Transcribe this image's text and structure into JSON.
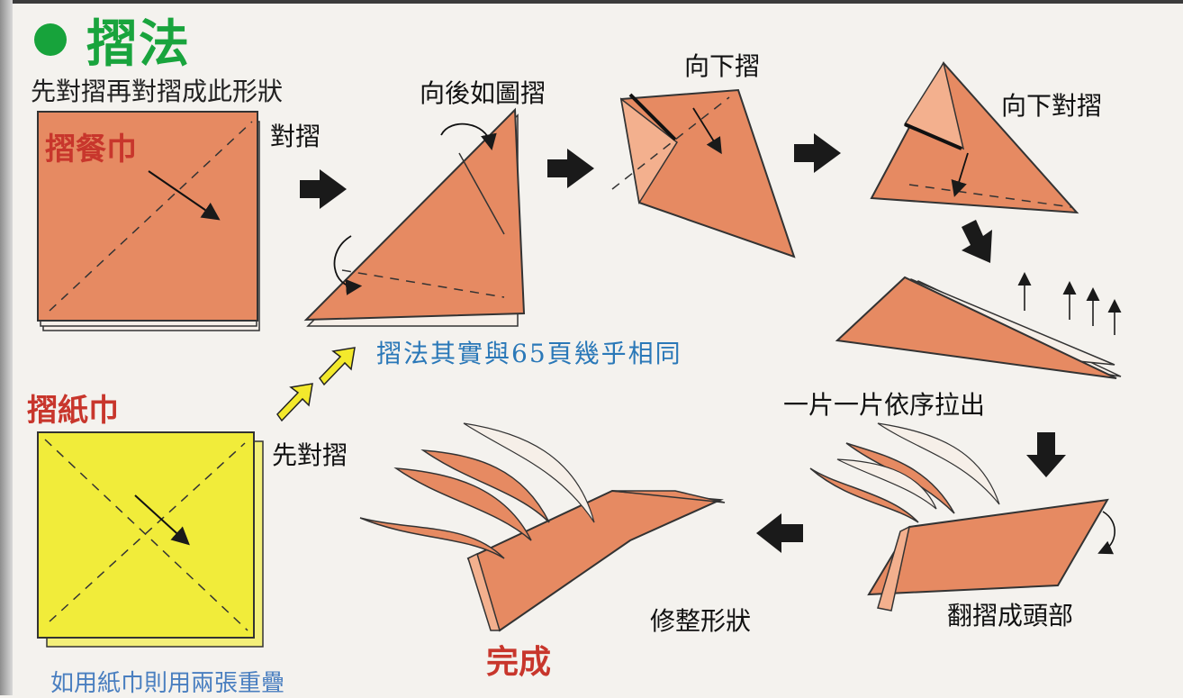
{
  "title": "摺法",
  "colors": {
    "napkin": "#e68a62",
    "napkin_light": "#f3b08e",
    "paper": "#f1ec3a",
    "title_green": "#19a43d",
    "label_red": "#c8362c",
    "note_blue": "#2a78b8",
    "arrow_yellow": "#f3e92c",
    "arrow_black": "#1a1a1a"
  },
  "labels": {
    "fold_first": "先對摺再對摺成此形狀",
    "napkin_title": "摺餐巾",
    "fold_in_half": "對摺",
    "fold_back": "向後如圖摺",
    "fold_down": "向下摺",
    "fold_down_half": "向下對摺",
    "same_method_note": "摺法其實與65頁幾乎相同",
    "paper_towel_title": "摺紙巾",
    "fold_first_paper": "先對摺",
    "pull_out": "一片一片依序拉出",
    "fold_head": "翻摺成頭部",
    "shape_it": "修整形狀",
    "done": "完成",
    "two_sheets": "如用紙巾則用兩張重疊"
  },
  "icons": [
    "flow-arrow-icon",
    "curved-fold-arrow-icon",
    "pull-up-arrow-icon",
    "yellow-arrow-icon"
  ]
}
